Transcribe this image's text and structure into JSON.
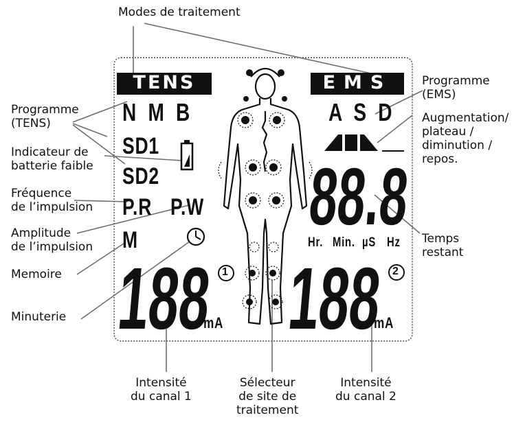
{
  "callouts": {
    "modes": "Modes de traitement",
    "prog_tens": [
      "Programme",
      "(TENS)"
    ],
    "battery": [
      "Indicateur de",
      "batterie faible"
    ],
    "freq": [
      "Fréquence",
      "de l’impulsion"
    ],
    "ampl": [
      "Amplitude",
      "de l’impulsion"
    ],
    "memory": "Memoire",
    "timer": "Minuterie",
    "ch1": [
      "Intensité",
      "du canal 1"
    ],
    "site": [
      "Sélecteur",
      "de site de",
      "traitement"
    ],
    "ch2": [
      "Intensité",
      "du canal 2"
    ],
    "remaining": [
      "Temps",
      "restant"
    ],
    "ramp": [
      "Augmentation/",
      "plateau /",
      "diminution /",
      "repos."
    ],
    "prog_ems": [
      "Programme",
      "(EMS)"
    ]
  },
  "display": {
    "tens": "TENS",
    "ems": "EMS",
    "nmb": "N M B",
    "asd": "A S D",
    "sd1": "SD1",
    "sd2": "SD2",
    "pr": "P.R",
    "pw": "P.W",
    "m": "M",
    "ch1_num": "1",
    "ch2_num": "2",
    "ch1_digits": "188",
    "ch2_digits": "188",
    "time_digits": "88.8",
    "ma1": "mA",
    "ma2": "mA",
    "units": [
      "Hr.",
      "Min.",
      "µS",
      "Hz"
    ]
  }
}
